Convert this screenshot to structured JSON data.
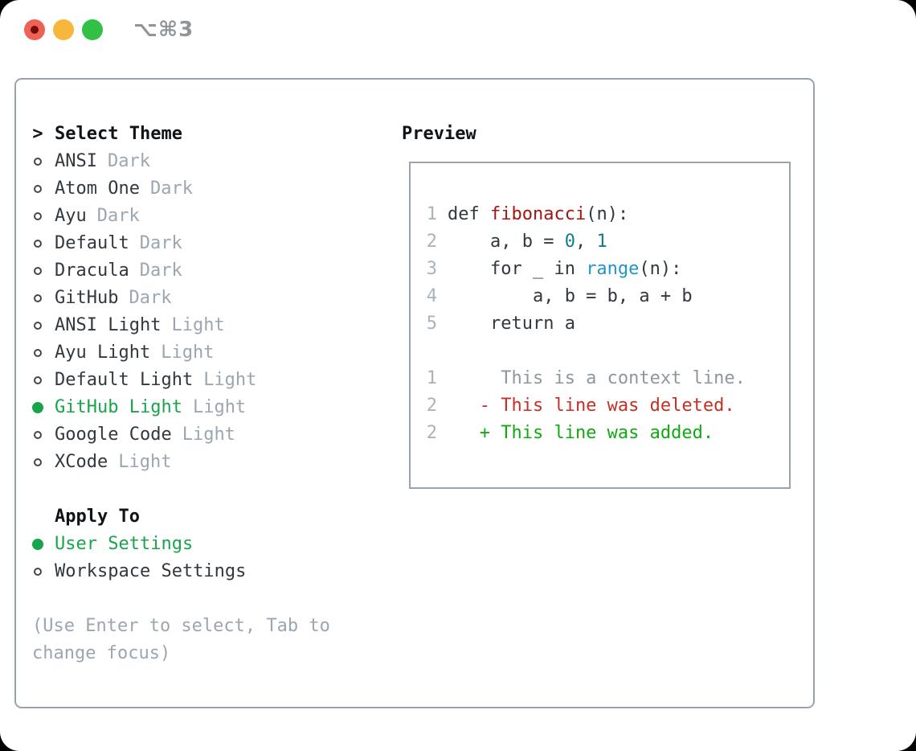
{
  "window": {
    "title": "⌥⌘3",
    "traffic_lights": [
      "close",
      "minimize",
      "maximize"
    ]
  },
  "theme_panel": {
    "header": {
      "prefix": ">",
      "label": "Select Theme"
    },
    "themes": [
      {
        "name": "ANSI",
        "variant": "Dark",
        "selected": false
      },
      {
        "name": "Atom One",
        "variant": "Dark",
        "selected": false
      },
      {
        "name": "Ayu",
        "variant": "Dark",
        "selected": false
      },
      {
        "name": "Default",
        "variant": "Dark",
        "selected": false
      },
      {
        "name": "Dracula",
        "variant": "Dark",
        "selected": false
      },
      {
        "name": "GitHub",
        "variant": "Dark",
        "selected": false
      },
      {
        "name": "ANSI Light",
        "variant": "Light",
        "selected": false
      },
      {
        "name": "Ayu Light",
        "variant": "Light",
        "selected": false
      },
      {
        "name": "Default Light",
        "variant": "Light",
        "selected": false
      },
      {
        "name": "GitHub Light",
        "variant": "Light",
        "selected": true
      },
      {
        "name": "Google Code",
        "variant": "Light",
        "selected": false
      },
      {
        "name": "XCode",
        "variant": "Light",
        "selected": false
      }
    ],
    "apply_to": {
      "label": "Apply To",
      "options": [
        {
          "name": "User Settings",
          "selected": true
        },
        {
          "name": "Workspace Settings",
          "selected": false
        }
      ]
    },
    "hint_lines": [
      "(Use Enter to select, Tab to",
      "change focus)"
    ]
  },
  "preview": {
    "label": "Preview",
    "code_lines": [
      {
        "num": "1",
        "tokens": [
          {
            "t": "def ",
            "c": "plain"
          },
          {
            "t": "fibonacci",
            "c": "func"
          },
          {
            "t": "(n):",
            "c": "plain"
          }
        ]
      },
      {
        "num": "2",
        "tokens": [
          {
            "t": "    a, b = ",
            "c": "plain"
          },
          {
            "t": "0",
            "c": "num"
          },
          {
            "t": ", ",
            "c": "plain"
          },
          {
            "t": "1",
            "c": "num"
          }
        ]
      },
      {
        "num": "3",
        "tokens": [
          {
            "t": "    for _ in ",
            "c": "plain"
          },
          {
            "t": "range",
            "c": "builtin"
          },
          {
            "t": "(n):",
            "c": "plain"
          }
        ]
      },
      {
        "num": "4",
        "tokens": [
          {
            "t": "        a, b = b, a + b",
            "c": "plain"
          }
        ]
      },
      {
        "num": "5",
        "tokens": [
          {
            "t": "    return a",
            "c": "plain"
          }
        ]
      },
      {
        "blank": true
      },
      {
        "num": "1",
        "kind": "context",
        "text": "     This is a context line."
      },
      {
        "num": "2",
        "kind": "deleted",
        "text": "   - This line was deleted."
      },
      {
        "num": "2",
        "kind": "added",
        "text": "   + This line was added."
      }
    ]
  },
  "colors": {
    "selected_green": "#17a54b",
    "function_red": "#a31612",
    "number_teal": "#0e7e8a",
    "builtin_blue": "#2196c9",
    "diff_deleted_red": "#c53025",
    "diff_added_green": "#12a812",
    "muted_gray": "#9ba6b2",
    "panel_border_gray": "#9aa3ad",
    "traffic_red": "#ee6156",
    "traffic_yellow": "#f6b73c",
    "traffic_green": "#30c146"
  }
}
